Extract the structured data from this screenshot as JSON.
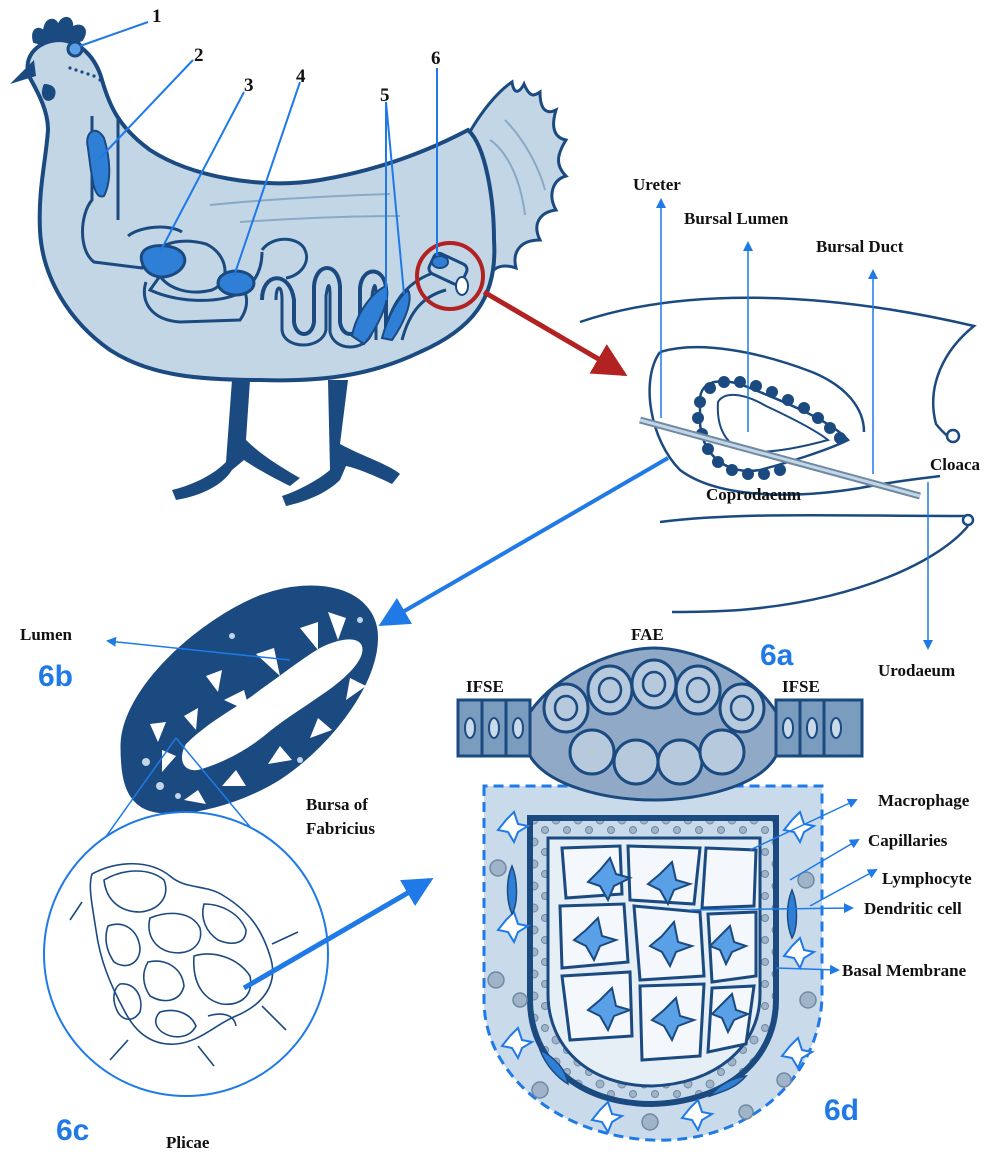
{
  "colors": {
    "outline": "#1b4a80",
    "body_fill": "#c2d6e6",
    "organ_fill": "#2f7fd6",
    "accent_blue": "#1f7ae8",
    "callout_red": "#b22222",
    "tissue_fill": "#c9dbea",
    "text": "#111111"
  },
  "chicken": {
    "organ_numbers": [
      "1",
      "2",
      "3",
      "4",
      "5",
      "6"
    ],
    "organ_icons": [
      "eye-icon",
      "thymus-icon",
      "spleen-icon",
      "pancreas-icon",
      "peyers-patch-icon",
      "bursa-icon"
    ]
  },
  "cloaca_section": {
    "panel_label": "6a",
    "labels": {
      "ureter": "Ureter",
      "bursal_lumen": "Bursal Lumen",
      "bursal_duct": "Bursal Duct",
      "cloaca": "Cloaca",
      "coprodaeum": "Coprodaeum",
      "urodaeum": "Urodaeum"
    }
  },
  "bursa_section": {
    "panel_label": "6b",
    "lumen_label": "Lumen",
    "name_line1": "Bursa of",
    "name_line2": "Fabricius"
  },
  "plicae_section": {
    "panel_label": "6c",
    "label": "Plicae"
  },
  "follicle_section": {
    "panel_label": "6d",
    "fae_label": "FAE",
    "ifse_left": "IFSE",
    "ifse_right": "IFSE",
    "cell_labels": {
      "macrophage": "Macrophage",
      "capillaries": "Capillaries",
      "lymphocyte": "Lymphocyte",
      "dendritic_cell": "Dendritic cell",
      "basal_membrane": "Basal Membrane"
    }
  }
}
